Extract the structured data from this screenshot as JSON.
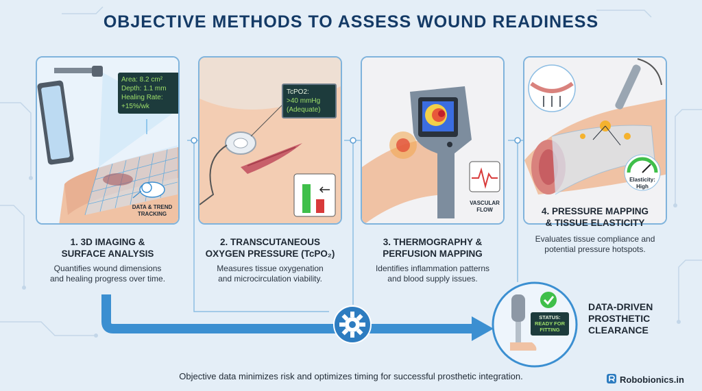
{
  "title": "OBJECTIVE METHODS TO ASSESS WOUND READINESS",
  "steps": [
    {
      "title_line1": "1. 3D IMAGING &",
      "title_line2": "SURFACE ANALYSIS",
      "desc_line1": "Quantifies wound dimensions",
      "desc_line2": "and healing progress over time.",
      "readout": [
        "Area: 8.2 cm²",
        "Depth: 1.1 mm",
        "Healing Rate:",
        "+15%/wk"
      ],
      "icon_label_line1": "DATA & TREND",
      "icon_label_line2": "TRACKING"
    },
    {
      "title_line1": "2. TRANSCUTANEOUS",
      "title_line2": "OXYGEN PRESSURE (TcPO₂)",
      "desc_line1": "Measures tissue oxygenation",
      "desc_line2": "and microcirculation viability.",
      "readout": [
        "TcPO2:",
        ">40 mmHg",
        "(Adequate)"
      ]
    },
    {
      "title_line1": "3. THERMOGRAPHY &",
      "title_line2": "PERFUSION MAPPING",
      "desc_line1": "Identifies inflammation patterns",
      "desc_line2": "and blood supply issues.",
      "icon_label_line1": "VASCULAR",
      "icon_label_line2": "FLOW"
    },
    {
      "title_line1": "4. PRESSURE MAPPING",
      "title_line2": "& TISSUE ELASTICITY",
      "desc_line1": "Evaluates tissue compliance and",
      "desc_line2": "potential pressure hotspots.",
      "gauge_label_line1": "Elasticity:",
      "gauge_label_line2": "High"
    }
  ],
  "clearance": {
    "status_line1": "STATUS:",
    "status_line2": "READY FOR",
    "status_line3": "FITTING",
    "title_line1": "DATA-DRIVEN",
    "title_line2": "PROSTHETIC",
    "title_line3": "CLEARANCE"
  },
  "footer": "Objective data minimizes risk and optimizes timing for successful prosthetic integration.",
  "brand": "Robobionics.in"
}
